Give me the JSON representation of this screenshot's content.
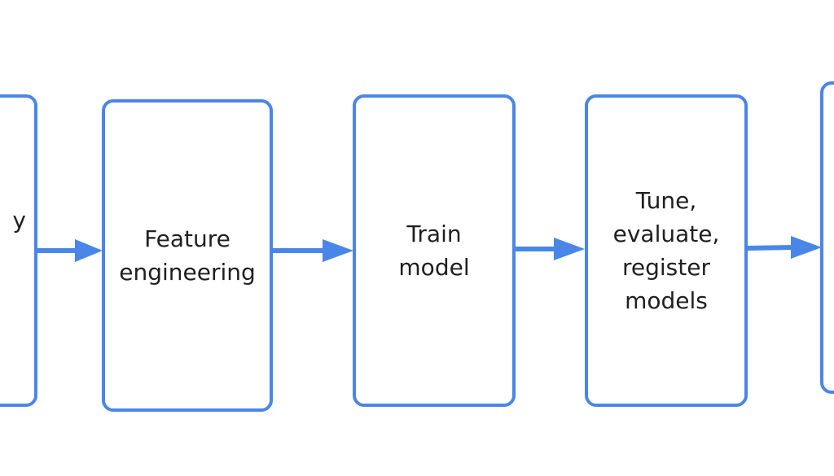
{
  "diagram": {
    "accent_color": "#4A86E8",
    "text_color": "#1f1f1f",
    "boxes": [
      {
        "id": "partial-left",
        "lines": [
          "",
          "",
          "",
          "y",
          "",
          "",
          ""
        ]
      },
      {
        "id": "feature-engineering",
        "lines": [
          "Feature",
          "engineering"
        ]
      },
      {
        "id": "train-model",
        "lines": [
          "Train",
          "model"
        ]
      },
      {
        "id": "tune-evaluate-register",
        "lines": [
          "Tune,",
          "evaluate,",
          "register",
          "models"
        ]
      },
      {
        "id": "partial-right",
        "lines": []
      }
    ],
    "edges": [
      {
        "from": "partial-left",
        "to": "feature-engineering"
      },
      {
        "from": "feature-engineering",
        "to": "train-model"
      },
      {
        "from": "train-model",
        "to": "tune-evaluate-register"
      },
      {
        "from": "tune-evaluate-register",
        "to": "partial-right"
      }
    ]
  }
}
